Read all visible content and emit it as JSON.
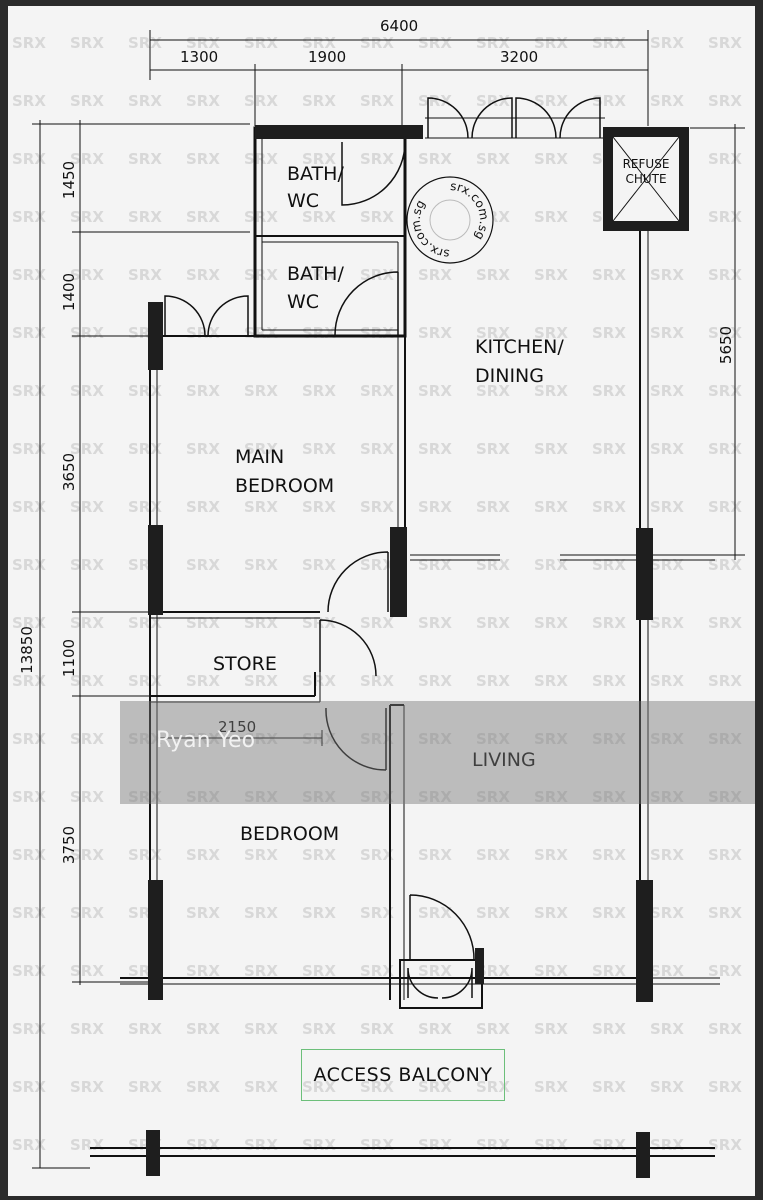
{
  "dimensions": {
    "overall_width": "6400",
    "width_left": "1300",
    "width_mid": "1900",
    "width_right": "3200",
    "height_bath1": "1450",
    "height_bath2": "1400",
    "height_main_bedroom": "3650",
    "height_store": "1100",
    "height_bedroom": "3750",
    "overall_height": "13850",
    "kitchen_height": "5650",
    "inner_width": "2150"
  },
  "rooms": {
    "bath1_line1": "BATH/",
    "bath1_line2": "WC",
    "bath2_line1": "BATH/",
    "bath2_line2": "WC",
    "kitchen_line1": "KITCHEN/",
    "kitchen_line2": "DINING",
    "main_bedroom_line1": "MAIN",
    "main_bedroom_line2": "BEDROOM",
    "store": "STORE",
    "bedroom": "BEDROOM",
    "living": "LIVING",
    "refuse_line1": "REFUSE",
    "refuse_line2": "CHUTE",
    "access_balcony": "ACCESS BALCONY"
  },
  "stamp": {
    "text": "srx.com.sg"
  },
  "watermark": {
    "text": "SRX"
  },
  "agent": {
    "name": "Ryan Yeo"
  },
  "colors": {
    "wall": "#1e1e1e",
    "line": "#111111",
    "balcony_border": "#6cbf7a",
    "background": "#f4f4f4"
  }
}
